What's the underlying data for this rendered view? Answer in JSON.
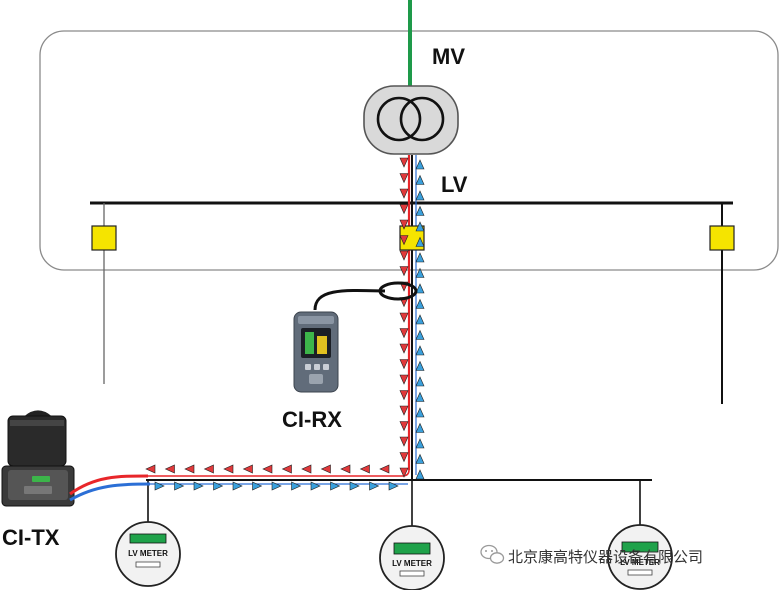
{
  "labels": {
    "mv": "MV",
    "lv": "LV",
    "ci_rx": "CI-RX",
    "ci_tx": "CI-TX"
  },
  "meters": [
    {
      "label": "LV METER"
    },
    {
      "label": "LV METER"
    },
    {
      "label": "LV METER"
    }
  ],
  "watermark": {
    "icon": "wechat-icon",
    "text": "北京康高特仪器设备有限公司"
  },
  "colors": {
    "mv_line": "#1e9a4a",
    "signal_red": "#e8262a",
    "signal_blue": "#2b6fd6",
    "arrow_red": "#e0393b",
    "arrow_blue": "#3aa0dc",
    "fuse": "#f5e400",
    "meter_display": "#1fa24a"
  }
}
